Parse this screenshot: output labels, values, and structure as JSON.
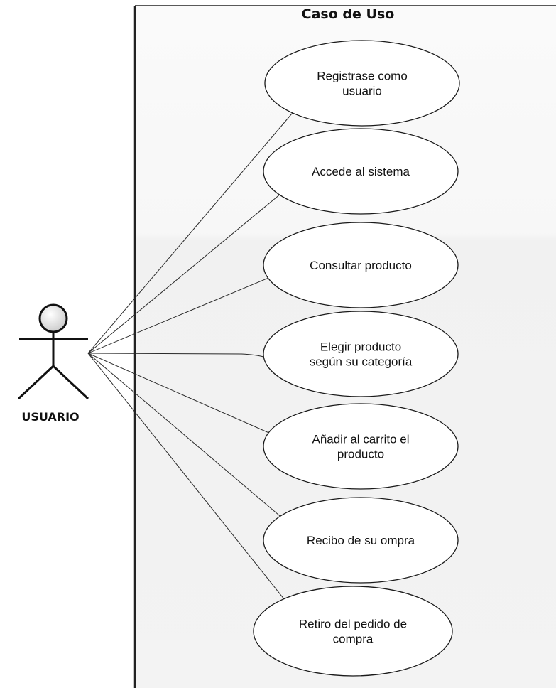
{
  "diagram": {
    "boundary_title": "Caso de Uso",
    "actor": {
      "name": "USUARIO"
    },
    "use_cases": [
      {
        "id": "registrarse",
        "lines": [
          "Registrase como",
          "usuario"
        ]
      },
      {
        "id": "acceder",
        "lines": [
          "Accede al sistema"
        ]
      },
      {
        "id": "consultar",
        "lines": [
          "Consultar producto"
        ]
      },
      {
        "id": "elegir",
        "lines": [
          "Elegir producto",
          "según su categoría"
        ]
      },
      {
        "id": "anadir",
        "lines": [
          "Añadir al carrito el",
          "producto"
        ]
      },
      {
        "id": "recibo",
        "lines": [
          "Recibo de su ompra"
        ]
      },
      {
        "id": "retiro",
        "lines": [
          "Retiro del pedido de",
          "compra"
        ]
      }
    ]
  }
}
